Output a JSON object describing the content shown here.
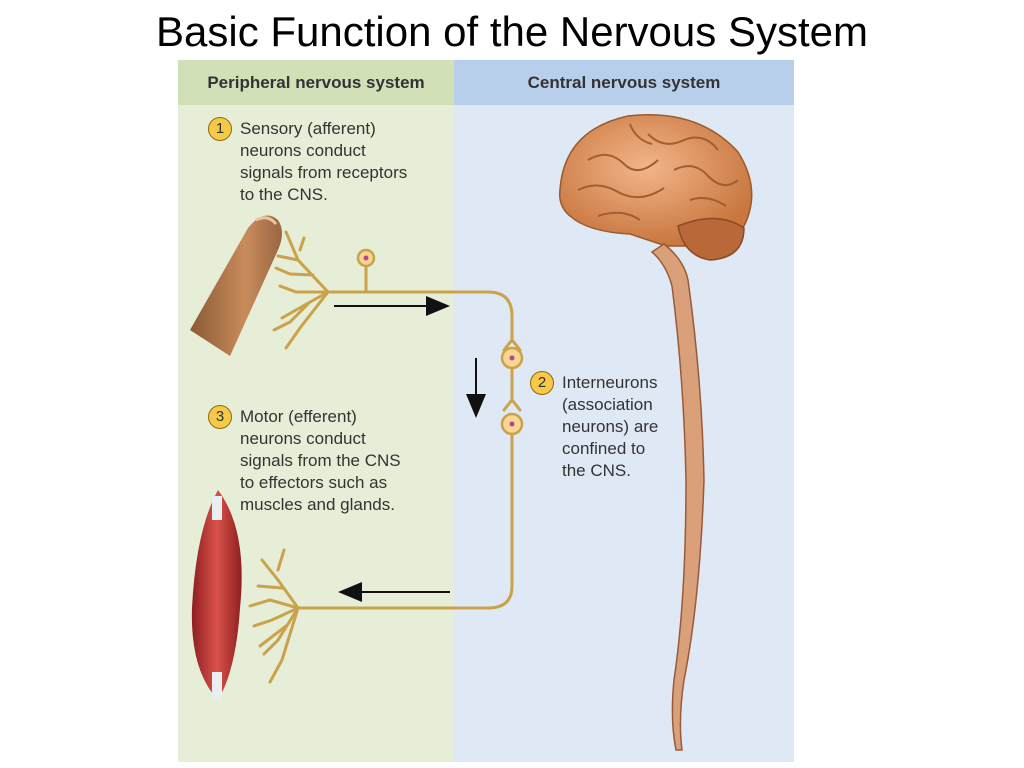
{
  "title": "Basic Function of the Nervous System",
  "panels": {
    "pns_label": "Peripheral nervous system",
    "cns_label": "Central nervous system"
  },
  "steps": [
    {
      "number": "1",
      "text": "Sensory (afferent)\nneurons conduct\nsignals from receptors\nto the CNS."
    },
    {
      "number": "2",
      "text": "Interneurons\n(association\nneurons) are\nconfined to\nthe CNS."
    },
    {
      "number": "3",
      "text": "Motor (efferent)\nneurons conduct\nsignals from the CNS\nto effectors such as\nmuscles and glands."
    }
  ],
  "colors": {
    "pns_background": "#e6eed8",
    "cns_background": "#dfe9f6",
    "neuron": "#c9a24a",
    "badge": "#f7c948"
  },
  "icons": [
    "finger-illustration",
    "muscle-illustration",
    "brain-illustration",
    "spinal-cord-illustration"
  ]
}
